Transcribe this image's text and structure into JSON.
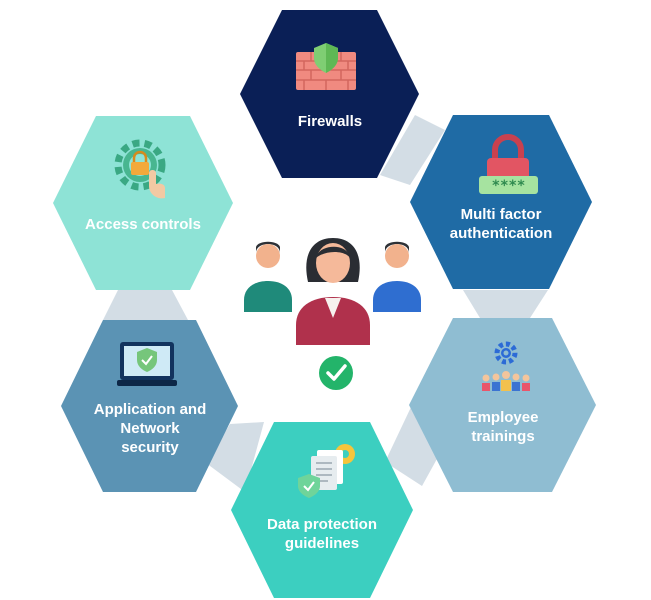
{
  "colors": {
    "firewalls": "#0a1f56",
    "mfa": "#1f6ba5",
    "trainings": "#8fbdd2",
    "data_protection": "#3ccfc0",
    "app_network": "#5b93b4",
    "access_controls": "#8ee3d6",
    "connector": "#d3dde5"
  },
  "hexagons": [
    {
      "id": "firewalls",
      "label": "Firewalls",
      "icon": "brick-wall-shield-icon"
    },
    {
      "id": "mfa",
      "label": "Multi factor\nauthentication",
      "icon": "padlock-password-icon"
    },
    {
      "id": "trainings",
      "label": "Employee\ntrainings",
      "icon": "team-gear-icon"
    },
    {
      "id": "data_protection",
      "label": "Data protection\nguidelines",
      "icon": "document-shield-gear-icon"
    },
    {
      "id": "app_network",
      "label": "Application and\nNetwork\nsecurity",
      "icon": "monitor-shield-icon"
    },
    {
      "id": "access_controls",
      "label": "Access controls",
      "icon": "gear-lock-hand-icon"
    }
  ],
  "center": {
    "icon": "people-checkmark-icon"
  }
}
